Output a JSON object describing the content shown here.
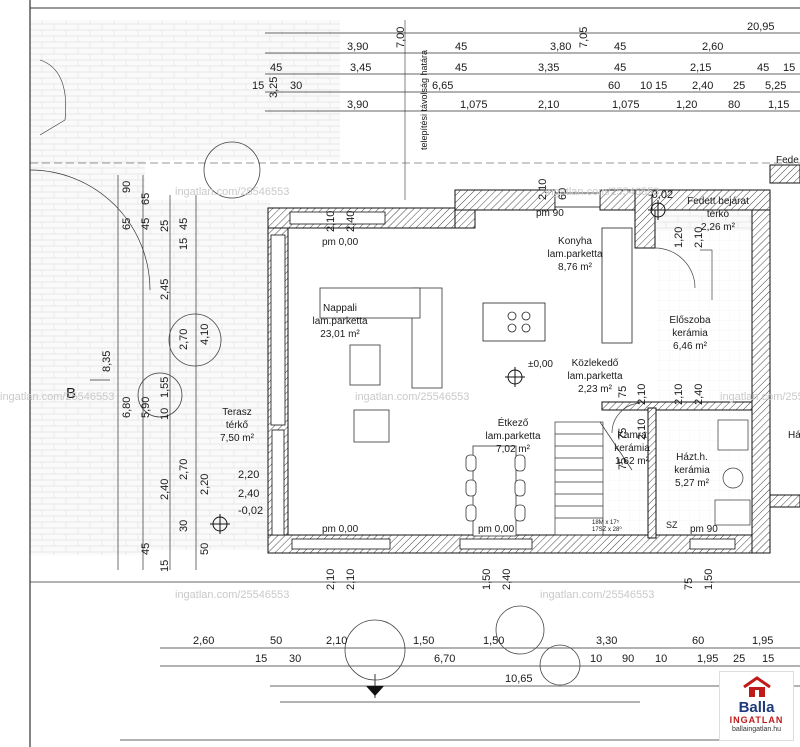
{
  "dims_top": {
    "overall": "20,95",
    "r1": [
      "3,90",
      "45",
      "3,80",
      "45",
      "2,60"
    ],
    "r2": [
      "45",
      "3,45",
      "45",
      "3,35",
      "45",
      "2,15",
      "45",
      "15"
    ],
    "r3": [
      "15",
      "30",
      "6,65",
      "60",
      "10",
      "15",
      "2,40",
      "25",
      "5,25"
    ],
    "r4": [
      "3,90",
      "1,075",
      "2,10",
      "1,075",
      "1,20",
      "80",
      "1,15"
    ],
    "v_700": "7,00",
    "v_325": "3,25",
    "v_705": "7,05"
  },
  "dims_left": {
    "c1": [
      "90",
      "65",
      "45",
      "2,45",
      "1,55",
      "10",
      "2,40",
      "45",
      "15"
    ],
    "c2": [
      "65",
      "25",
      "2,70",
      "2,70",
      "30"
    ],
    "c3": [
      "45",
      "15",
      "4,10",
      "2,20",
      "50"
    ],
    "overall_a": "8,35",
    "overall_b": "6,80",
    "overall_c": "5,90"
  },
  "dims_window": {
    "v1": [
      "2,10",
      "2,40",
      "2,10",
      "60",
      "1,20",
      "2,10"
    ],
    "v2": [
      "2,10",
      "2,40",
      "75",
      "75",
      "2,10",
      "2,10",
      "75"
    ],
    "v3": [
      "2,10",
      "2,10",
      "1,50",
      "2,40",
      "75",
      "1,50"
    ]
  },
  "dims_bottom": {
    "r1": [
      "2,60",
      "50",
      "2,10",
      "1,50",
      "1,50",
      "3,30",
      "60",
      "1,95"
    ],
    "r2": [
      "15",
      "30",
      "6,70",
      "10",
      "90",
      "10",
      "1,95",
      "25",
      "15"
    ],
    "overall": "10,65"
  },
  "labels": {
    "teleptesi": "telepítési távolság határa",
    "terrace_levels": [
      "2,20",
      "2,40",
      "-0,02"
    ],
    "level_entry": "-0,02",
    "level_center": "±0,00",
    "axis_b": "B",
    "pm_00_a": "pm 0,00",
    "pm_00_b": "pm 0,00",
    "pm_00_c": "pm 0,00",
    "pm_90_a": "pm 90",
    "pm_90_b": "pm 90",
    "stairs": "18M x 17⁵",
    "stairs2": "17SZ x 28⁰",
    "sz": "SZ",
    "fede_partial": "Fede",
    "ha_partial": "Há"
  },
  "rooms": [
    {
      "name": "Nappali",
      "floor": "lam.parketta",
      "area": "23,01 m²"
    },
    {
      "name": "Konyha",
      "floor": "lam.parketta",
      "area": "8,76 m²"
    },
    {
      "name": "Étkező",
      "floor": "lam.parketta",
      "area": "7,02 m²"
    },
    {
      "name": "Közlekedő",
      "floor": "lam.parketta",
      "area": "2,23 m²"
    },
    {
      "name": "Előszoba",
      "floor": "kerámia",
      "area": "6,46 m²"
    },
    {
      "name": "Kamra",
      "floor": "kerámia",
      "area": "1,62 m²"
    },
    {
      "name": "Házt.h.",
      "floor": "kerámia",
      "area": "5,27 m²"
    },
    {
      "name": "Terasz",
      "floor": "térkő",
      "area": "7,50 m²"
    },
    {
      "name": "Fedett bejárat",
      "floor": "térkő",
      "area": "2,26 m²"
    }
  ],
  "watermark": "ingatlan.com/25546553",
  "logo": {
    "brand": "Balla",
    "sub": "INGATLAN",
    "url": "ballaingatlan.hu"
  }
}
